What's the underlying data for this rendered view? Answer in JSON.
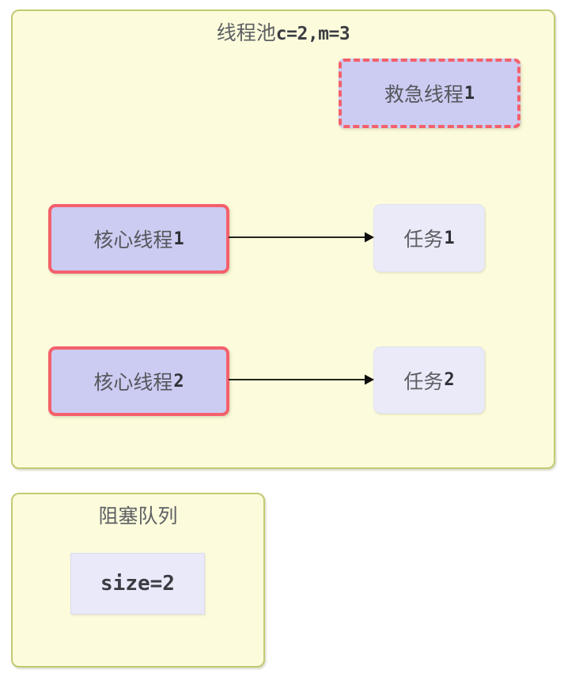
{
  "diagram": {
    "title": "线程池c=2,m=3",
    "pool": {
      "title_cjk": "线程池",
      "title_params": "c=2,m=3",
      "core_threads": [
        {
          "label_cjk": "核心线程",
          "label_num": "1"
        },
        {
          "label_cjk": "核心线程",
          "label_num": "2"
        }
      ],
      "emergency_threads": [
        {
          "label_cjk": "救急线程",
          "label_num": "1"
        }
      ],
      "tasks": [
        {
          "label_cjk": "任务",
          "label_num": "1"
        },
        {
          "label_cjk": "任务",
          "label_num": "2"
        }
      ]
    },
    "queue": {
      "title": "阻塞队列",
      "size_label": "size=2"
    },
    "colors": {
      "panel_fill": "#fcfcdc",
      "panel_border": "#c3ca72",
      "thread_fill": "#ccccf2",
      "thread_border": "#f4606c",
      "task_fill": "#eaeaf8",
      "queue_item_fill": "#e9e9fa",
      "arrow": "#23241c",
      "text": "#5d5f63",
      "background": "#ffffff"
    }
  }
}
